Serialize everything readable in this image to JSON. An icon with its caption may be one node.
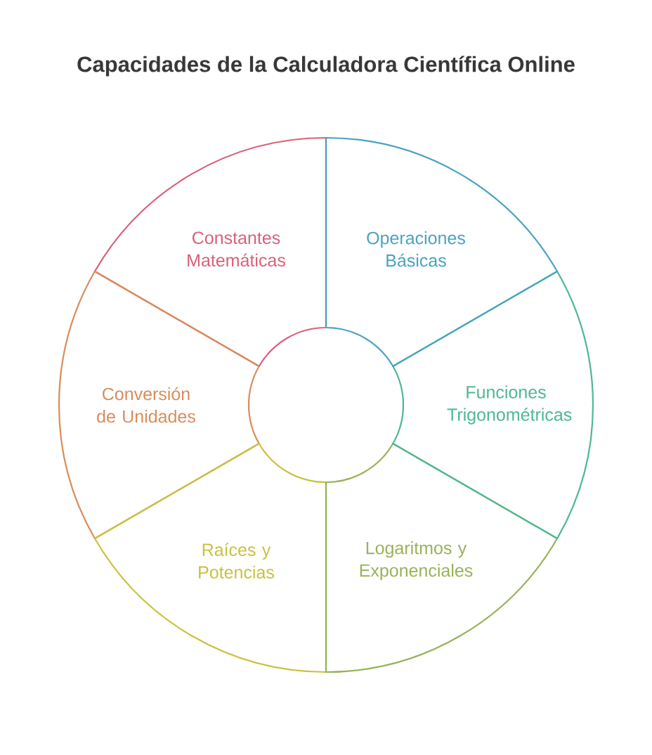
{
  "diagram": {
    "title": "Capacidades de la Calculadora Científica Online",
    "nodes": [
      {
        "text": [
          "Constantes Matemáticas"
        ]
      },
      {
        "text": [
          "Operaciones Básicas"
        ]
      },
      {
        "text": [
          "Conversión de Unidades"
        ]
      },
      {
        "text": [
          "Funciones Trigonométricas"
        ]
      },
      {
        "text": [
          "Raíces y Potencias"
        ]
      },
      {
        "text": [
          "Logaritmos y Exponenciales"
        ]
      }
    ]
  }
}
